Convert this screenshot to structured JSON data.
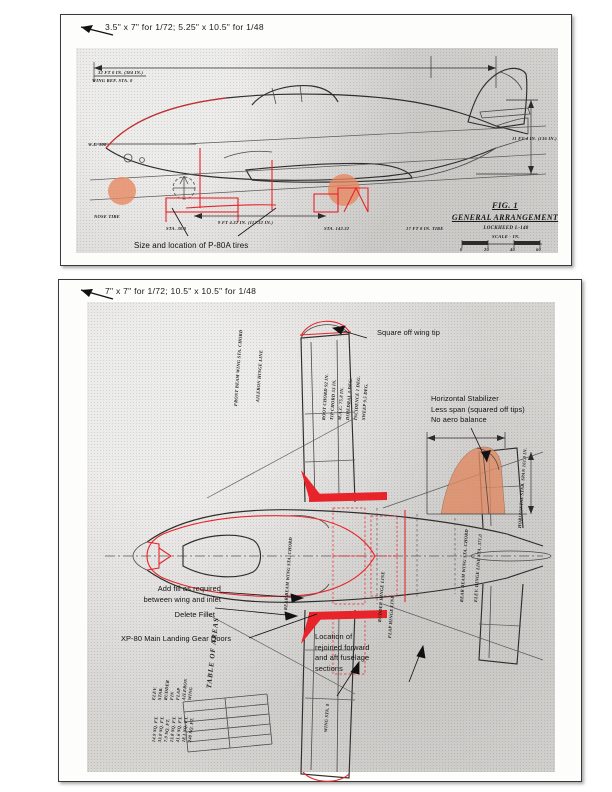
{
  "document": {
    "title": "Lockheed L-140 / XP-80 conversion drawings with modeler annotations"
  },
  "figures": [
    {
      "id": "fig-1",
      "header_note": "3.5\" x 7\" for 1/72; 5.25\" x 10.5\" for 1/48",
      "title_block": {
        "figure": "FIG. 1",
        "name": "GENERAL ARRANGEMENT",
        "subject": "LOCKHEED L-140",
        "scale_label": "SCALE - IN.",
        "scale_ticks": [
          "0",
          "20",
          "40",
          "60"
        ]
      },
      "callouts": [
        {
          "text": "Size and location of P-80A tires"
        }
      ],
      "dimension_labels": [
        "32 FT 0 IN. (384 IN.)",
        "11 FT 4 IN. (136 IN.)",
        "WING REF. STA. 0",
        "W.L. 100",
        "NOSE TIRE",
        "STA. 30.0",
        "9 FT 4.32 IN. (112.32 IN.)",
        "STA. 142.32",
        "17 FT 8 IN. TIRE"
      ]
    },
    {
      "id": "fig-2",
      "header_note": "7\" x 7\" for 1/72; 10.5\" x 10.5\" for 1/48",
      "callouts": [
        {
          "text": "Square off wing tip"
        },
        {
          "text": "Horizontal Stabilizer\nLess span (squared off tips)\nNo aero balance"
        },
        {
          "text": "Add fill as required\nbetween wing and inlet"
        },
        {
          "text": "Delete Fillet"
        },
        {
          "text": "XP-80 Main Landing Gear Doors"
        },
        {
          "text": "Location of\nrejoined forward\nand aft fuselage\nsections"
        }
      ],
      "table": {
        "title": "TABLE OF AREAS",
        "header": [
          "",
          "AREA"
        ],
        "rows": [
          [
            "WING",
            "240 SQ. FT."
          ],
          [
            "AILERON",
            "18.1 SQ. FT."
          ],
          [
            "FLAP",
            "41.6 SQ. FT."
          ],
          [
            "FIN",
            "13.8 SQ. FT."
          ],
          [
            "RUDDER",
            "7.9 SQ. FT."
          ],
          [
            "STAB.",
            "33.0 SQ. FT."
          ],
          [
            "ELEV.",
            "14.9 SQ. FT."
          ]
        ]
      },
      "blueprint_labels": [
        "SQUARE OFF WING TIP",
        "AILERON HINGE LINE",
        "FRONT BEAM WING STA. CHORD",
        "ROOT CHORD 92 IN.",
        "TIP CHORD 53 IN.",
        "M.A.C. 75.8 IN.",
        "DIHEDRAL 3 DEG.",
        "INCIDENCE 1 DEG.",
        "SWEEP 9.5 DEG.",
        "REAR BEAM WING STA. CHORD",
        "ELEV. HINGE LINE STA. 371.0",
        "STAB. LEADING EDGE",
        "RUDDER HINGE LINE",
        "FLAP HINGE LINE",
        "HORIZONTAL STAB. SPAN 161.0 IN.",
        "WING STA. 0"
      ]
    }
  ],
  "colors": {
    "markup_red": "#e8242a",
    "highlight_salmon": "#e7875f",
    "scan_paper": "#d6d4d1",
    "ink": "#4a4a4a",
    "page": "#ffffff"
  }
}
